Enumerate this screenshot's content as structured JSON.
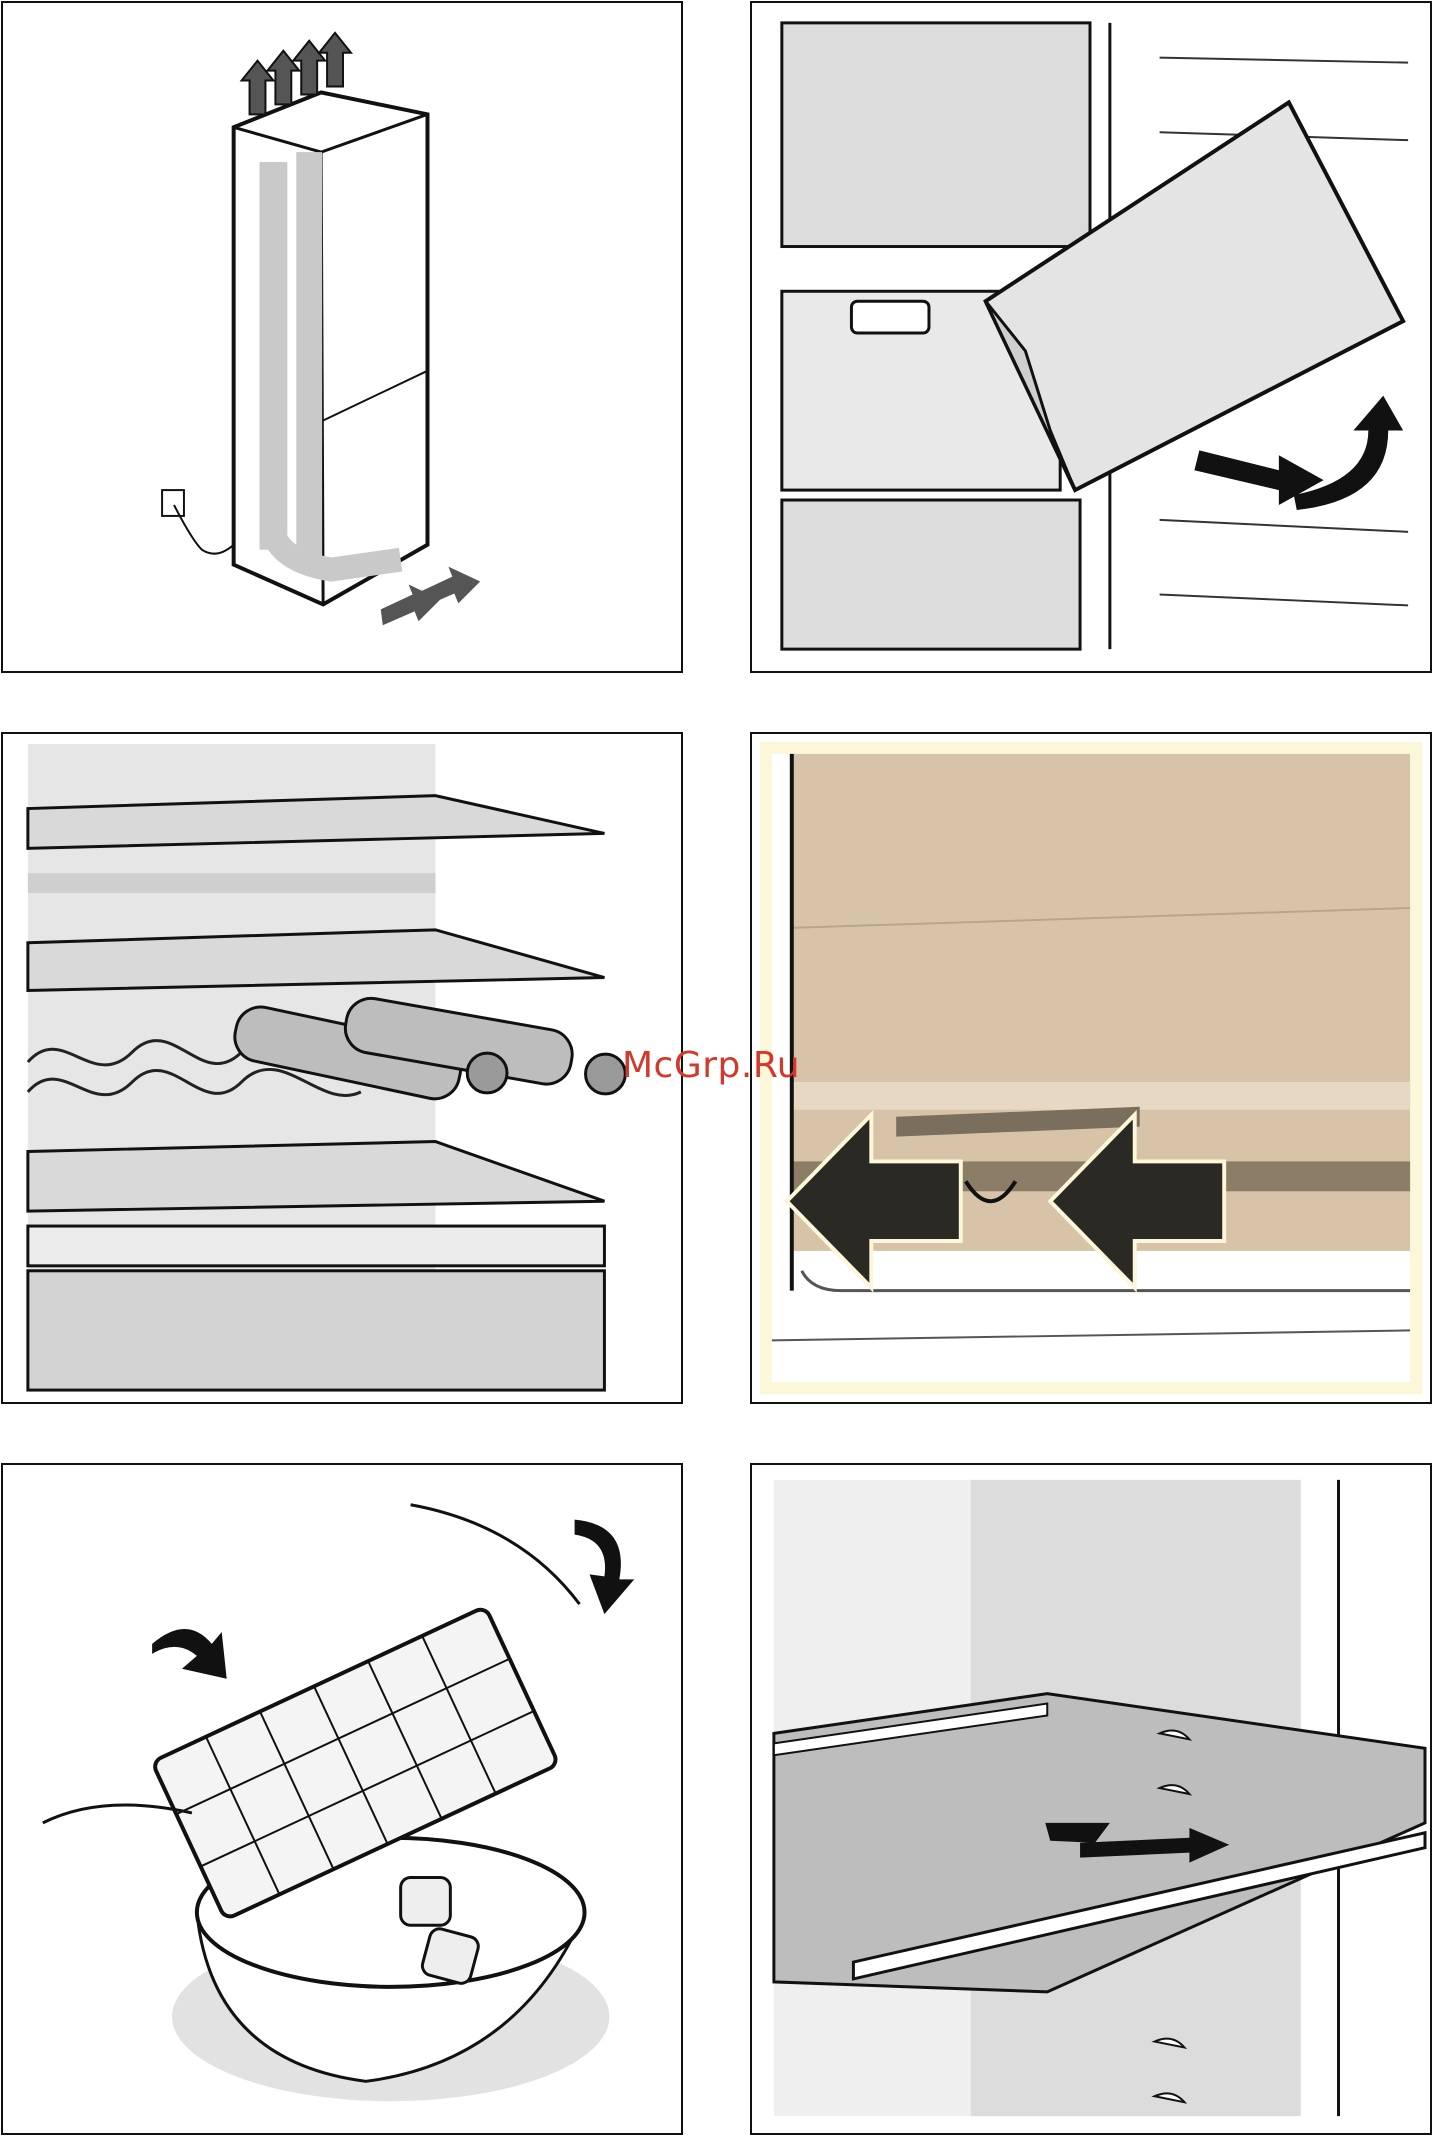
{
  "watermark": {
    "text": "McGrp.Ru",
    "color": "#d3392b"
  },
  "panels": [
    {
      "id": "p1",
      "depicts": "ventilation-airflow"
    },
    {
      "id": "p2",
      "depicts": "freezer-drawer-removal"
    },
    {
      "id": "p3",
      "depicts": "wine-rack-shelves"
    },
    {
      "id": "p4",
      "depicts": "slide-adjustment-arrows"
    },
    {
      "id": "p5",
      "depicts": "ice-cube-tray"
    },
    {
      "id": "p6",
      "depicts": "shelf-removal"
    }
  ],
  "colors": {
    "line": "#111111",
    "panel_tan": "#d7c4a8",
    "panel_border_cream": "#fbf7d8",
    "arrow_dark": "#2a2924",
    "grey": "#cfcfcf"
  }
}
